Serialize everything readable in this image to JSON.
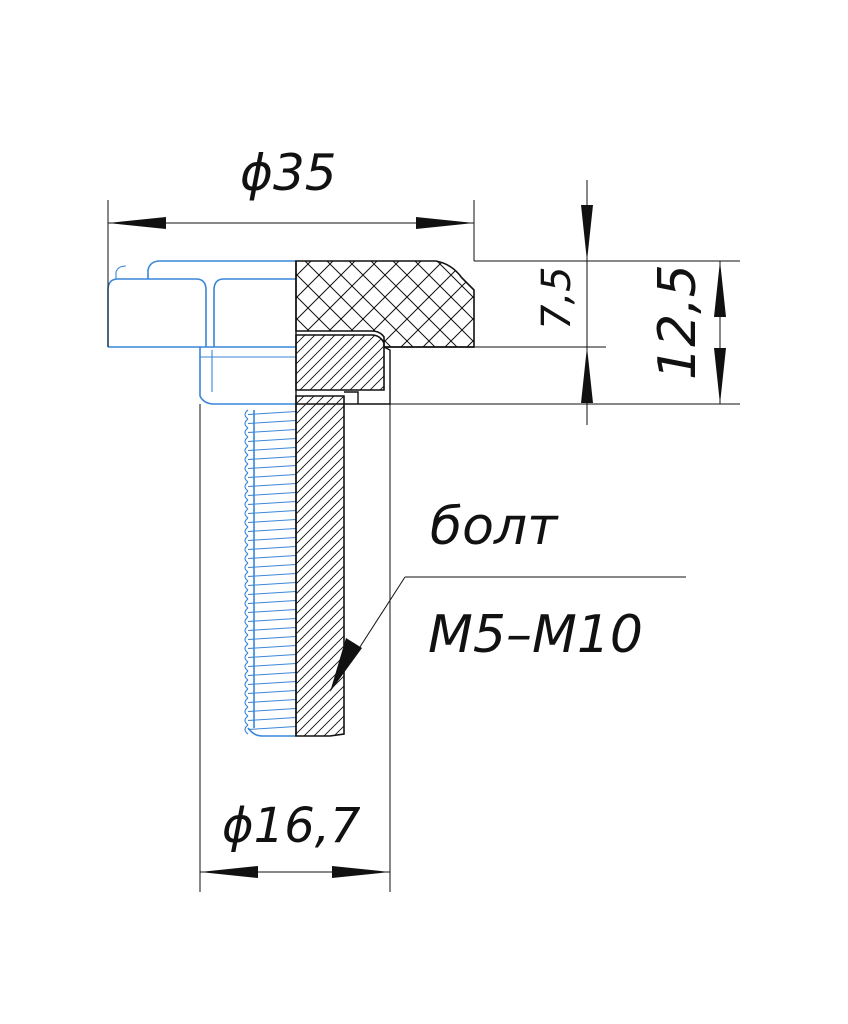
{
  "dimensions": {
    "head_diameter": "ϕ35",
    "thread_diameter": "ϕ16,7",
    "head_height": "7,5",
    "total_height": "12,5"
  },
  "callout": {
    "line1": "болт",
    "line2": "M5–M10"
  },
  "colors": {
    "outline": "#111111",
    "hidden_part": "#3a86d8"
  }
}
